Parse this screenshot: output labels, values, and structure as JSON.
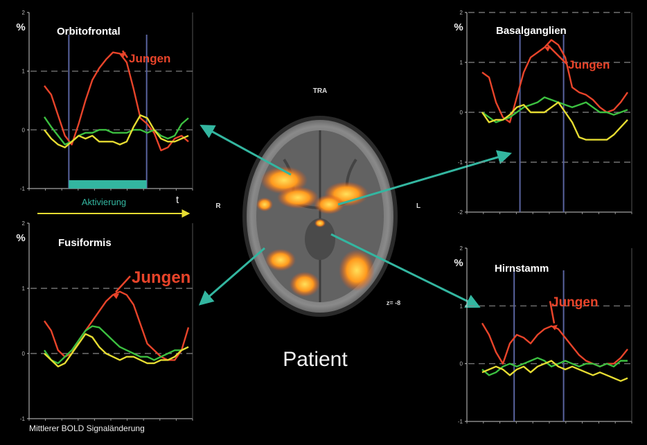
{
  "figure": {
    "center_label": "Patient",
    "slice_label": "TRA",
    "left_marker": "R",
    "right_marker": "L",
    "slice_coord": "z= -8",
    "footer": "Mittlerer BOLD Signaländerung",
    "stimulus_label": "Aktivierung",
    "time_label": "t",
    "colors": {
      "red": "#e8442a",
      "green": "#3cc040",
      "yellow": "#e6dc32",
      "vline": "#5a64a0",
      "stim": "#33b6a0",
      "arrow": "#33b6a0",
      "timeaxis": "#e6dc32"
    }
  },
  "chart_data": [
    {
      "type": "line",
      "title": "Orbitofrontal",
      "ylabel": "%",
      "ylim": [
        -1,
        2
      ],
      "yticks": [
        "2",
        "1",
        "0",
        "-1"
      ],
      "annotation": "Jungen",
      "annotation_series": "red",
      "vlines": [
        0.17,
        0.71
      ],
      "series": [
        {
          "color": "red",
          "values": [
            0.75,
            0.6,
            0.25,
            -0.1,
            -0.25,
            0.1,
            0.5,
            0.85,
            1.05,
            1.2,
            1.32,
            1.3,
            1.15,
            0.7,
            0.2,
            0.1,
            -0.05,
            -0.35,
            -0.3,
            -0.15,
            -0.1,
            -0.2
          ]
        },
        {
          "color": "green",
          "values": [
            0.22,
            0.05,
            -0.1,
            -0.25,
            -0.2,
            -0.1,
            -0.05,
            -0.05,
            0.0,
            0.0,
            -0.05,
            -0.05,
            -0.05,
            0.0,
            0.0,
            -0.05,
            0.0,
            -0.1,
            -0.15,
            -0.1,
            0.1,
            0.2
          ]
        },
        {
          "color": "yellow",
          "values": [
            0.0,
            -0.15,
            -0.25,
            -0.3,
            -0.2,
            -0.1,
            -0.15,
            -0.1,
            -0.2,
            -0.2,
            -0.2,
            -0.25,
            -0.2,
            0.05,
            0.25,
            0.2,
            0.0,
            -0.15,
            -0.2,
            -0.2,
            -0.15,
            -0.1
          ]
        }
      ]
    },
    {
      "type": "line",
      "title": "Basalganglien",
      "ylabel": "%",
      "ylim": [
        -2,
        2
      ],
      "yticks": [
        "2",
        "1",
        "0",
        "-1",
        "-2"
      ],
      "annotation": "Jungen",
      "annotation_series": "red",
      "vlines": [
        0.26,
        0.56
      ],
      "series": [
        {
          "color": "red",
          "values": [
            0.8,
            0.7,
            0.2,
            -0.1,
            -0.2,
            0.3,
            0.8,
            1.1,
            1.2,
            1.3,
            1.45,
            1.35,
            1.1,
            0.5,
            0.4,
            0.35,
            0.25,
            0.1,
            0.0,
            0.05,
            0.2,
            0.4
          ]
        },
        {
          "color": "green",
          "values": [
            0.0,
            -0.1,
            -0.2,
            -0.15,
            -0.1,
            0.0,
            0.1,
            0.15,
            0.2,
            0.3,
            0.25,
            0.2,
            0.15,
            0.1,
            0.15,
            0.2,
            0.1,
            0.0,
            0.0,
            -0.05,
            0.0,
            0.05
          ]
        },
        {
          "color": "yellow",
          "values": [
            0.0,
            -0.2,
            -0.15,
            -0.15,
            -0.05,
            0.1,
            0.15,
            0.0,
            0.0,
            0.0,
            0.1,
            0.2,
            0.0,
            -0.2,
            -0.5,
            -0.55,
            -0.55,
            -0.55,
            -0.55,
            -0.45,
            -0.3,
            -0.15
          ]
        }
      ]
    },
    {
      "type": "line",
      "title": "Fusiformis",
      "ylabel": "%",
      "ylim": [
        -1,
        2
      ],
      "yticks": [
        "2",
        "1",
        "0",
        "-1"
      ],
      "annotation": "Jungen",
      "annotation_series": "red",
      "vlines": [],
      "series": [
        {
          "color": "red",
          "values": [
            0.5,
            0.35,
            0.05,
            -0.05,
            0.0,
            0.2,
            0.35,
            0.5,
            0.65,
            0.8,
            0.9,
            0.95,
            0.9,
            0.75,
            0.45,
            0.15,
            0.05,
            -0.05,
            -0.1,
            -0.1,
            0.05,
            0.4
          ]
        },
        {
          "color": "green",
          "values": [
            0.05,
            -0.1,
            -0.15,
            -0.05,
            0.05,
            0.2,
            0.35,
            0.42,
            0.4,
            0.3,
            0.2,
            0.1,
            0.05,
            0.0,
            -0.05,
            -0.05,
            -0.1,
            -0.05,
            0.0,
            0.05,
            0.05,
            0.1
          ]
        },
        {
          "color": "yellow",
          "values": [
            0.0,
            -0.1,
            -0.2,
            -0.15,
            0.0,
            0.15,
            0.3,
            0.25,
            0.1,
            0.0,
            -0.05,
            -0.1,
            -0.05,
            -0.05,
            -0.1,
            -0.15,
            -0.15,
            -0.1,
            -0.1,
            -0.05,
            0.05,
            0.1
          ]
        }
      ]
    },
    {
      "type": "line",
      "title": "Hirnstamm",
      "ylabel": "%",
      "ylim": [
        -1,
        2
      ],
      "yticks": [
        "2",
        "1",
        "0",
        "-1"
      ],
      "annotation": "Jungen",
      "annotation_series": "red",
      "vlines": [
        0.22,
        0.56
      ],
      "series": [
        {
          "color": "red",
          "values": [
            0.7,
            0.5,
            0.2,
            0.0,
            0.35,
            0.5,
            0.45,
            0.35,
            0.5,
            0.6,
            0.65,
            0.6,
            0.45,
            0.3,
            0.15,
            0.05,
            0.0,
            -0.05,
            0.0,
            0.0,
            0.1,
            0.25
          ]
        },
        {
          "color": "green",
          "values": [
            -0.1,
            -0.2,
            -0.15,
            -0.05,
            0.0,
            -0.05,
            0.0,
            0.05,
            0.1,
            0.05,
            -0.05,
            0.0,
            0.05,
            0.0,
            -0.05,
            0.0,
            0.0,
            -0.05,
            0.0,
            -0.05,
            0.05,
            0.05
          ]
        },
        {
          "color": "yellow",
          "values": [
            -0.15,
            -0.1,
            -0.05,
            -0.1,
            -0.2,
            -0.1,
            -0.05,
            -0.15,
            -0.05,
            0.0,
            0.05,
            -0.05,
            -0.1,
            -0.05,
            -0.1,
            -0.15,
            -0.2,
            -0.15,
            -0.2,
            -0.25,
            -0.3,
            -0.25
          ]
        }
      ]
    }
  ]
}
